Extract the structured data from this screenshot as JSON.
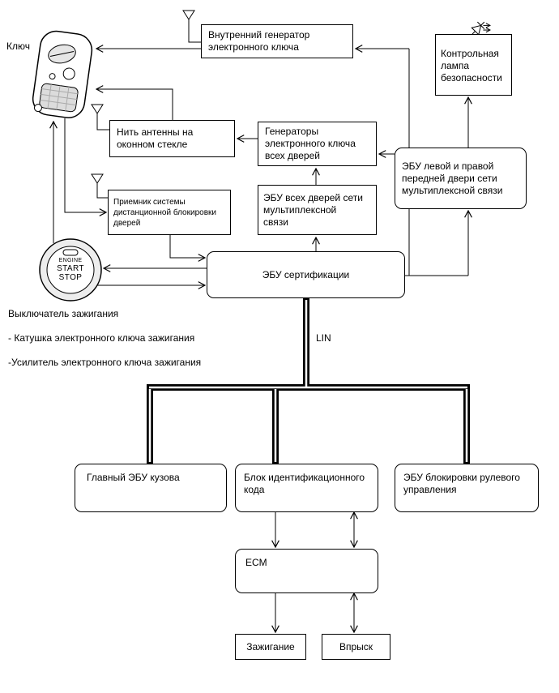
{
  "labels": {
    "key": "Ключ",
    "ignition_switch": "Выключатель зажигания",
    "coil_note": "- Катушка электронного ключа зажигания",
    "amplifier_note": "-Усилитель электронного ключа зажигания",
    "lin": "LIN",
    "button_engine": "ENGINE",
    "button_start": "START",
    "button_stop": "STOP"
  },
  "nodes": {
    "internal_generator": "Внутренний генератор\nэлектронного ключа",
    "security_lamp": "Контрольная\nлампа\nбезопасности",
    "window_antenna": "Нить антенны на\nоконном стекле",
    "door_generators": "Генераторы\nэлектронного ключа\nвсех дверей",
    "front_door_ecu": "ЭБУ левой и правой\nпередней двери сети\nмультиплексной связи",
    "receiver": "Приемник системы\nдистанционной блокировки\nдверей",
    "all_doors_ecu": "ЭБУ всех дверей сети\nмультиплексной\nсвязи",
    "certification_ecu": "ЭБУ сертификации",
    "main_body_ecu": "Главный ЭБУ кузова",
    "id_code_box": "Блок идентификационного\nкода",
    "steering_lock_ecu": "ЭБУ блокировки рулевого\nуправления",
    "ecm": "ECM",
    "ignition": "Зажигание",
    "injection": "Впрыск"
  },
  "colors": {
    "line": "#000000",
    "background": "#ffffff"
  }
}
